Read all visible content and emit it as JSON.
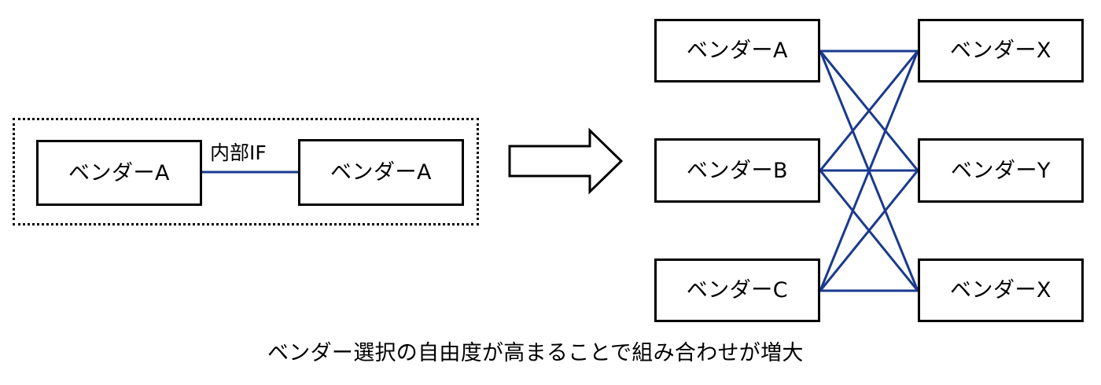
{
  "diagram": {
    "title_caption": "ベンダー選択の自由度が高まることで組み合わせが増大",
    "colors": {
      "link": "#1A3A8F",
      "box_border": "#000000",
      "box_fill": "#FFFFFF",
      "text": "#000000",
      "group_border": "#000000",
      "background": "#FFFFFF"
    },
    "left_group": {
      "name": "integrated-single-vendor-group",
      "frame_style": "dotted",
      "boxes": [
        {
          "id": "left-a1",
          "label": "ベンダーA"
        },
        {
          "id": "left-a2",
          "label": "ベンダーA"
        }
      ],
      "connection_label": "内部IF",
      "connections": [
        {
          "from": "left-a1",
          "to": "left-a2"
        }
      ]
    },
    "transition_arrow": {
      "name": "right-arrow",
      "direction": "right"
    },
    "right_group": {
      "name": "multi-vendor-combination-group",
      "left_column": [
        {
          "id": "r-left-a",
          "label": "ベンダーA"
        },
        {
          "id": "r-left-b",
          "label": "ベンダーB"
        },
        {
          "id": "r-left-c",
          "label": "ベンダーC"
        }
      ],
      "right_column": [
        {
          "id": "r-right-x1",
          "label": "ベンダーX"
        },
        {
          "id": "r-right-y",
          "label": "ベンダーY"
        },
        {
          "id": "r-right-x2",
          "label": "ベンダーX"
        }
      ],
      "connection_type": "full-bipartite",
      "connection_count": 9,
      "connections": [
        {
          "from": "r-left-a",
          "to": "r-right-x1"
        },
        {
          "from": "r-left-a",
          "to": "r-right-y"
        },
        {
          "from": "r-left-a",
          "to": "r-right-x2"
        },
        {
          "from": "r-left-b",
          "to": "r-right-x1"
        },
        {
          "from": "r-left-b",
          "to": "r-right-y"
        },
        {
          "from": "r-left-b",
          "to": "r-right-x2"
        },
        {
          "from": "r-left-c",
          "to": "r-right-x1"
        },
        {
          "from": "r-left-c",
          "to": "r-right-y"
        },
        {
          "from": "r-left-c",
          "to": "r-right-x2"
        }
      ]
    }
  }
}
